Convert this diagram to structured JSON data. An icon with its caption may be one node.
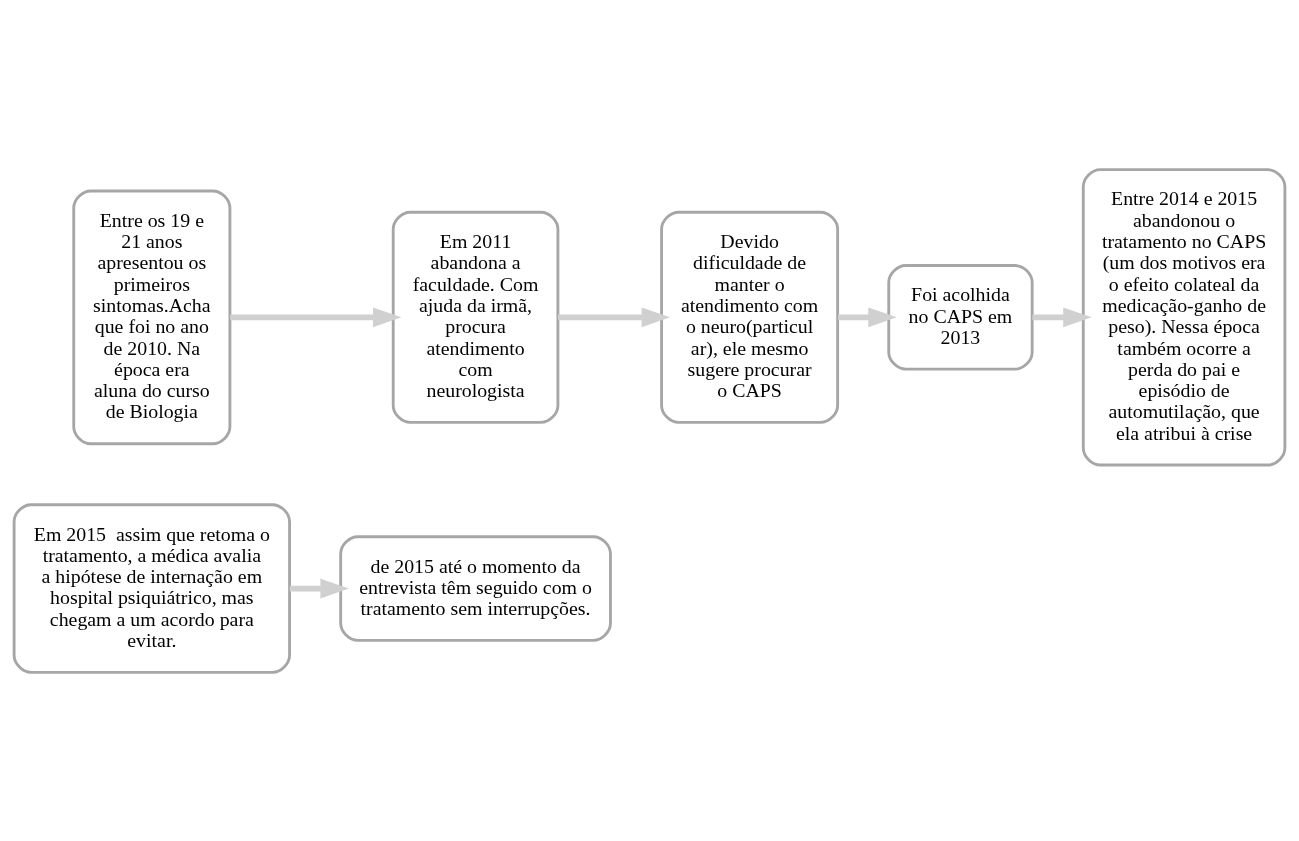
{
  "diagram": {
    "nodes": [
      {
        "text": [
          "Entre os 19 e 21 anos apresentou os primeiros sintomas.Acha que foi no ano de 2010. Na época era aluna do curso de Biologia"
        ]
      },
      {
        "text": [
          "Em 2011 abandona a faculdade. Com ajuda da irmã, procura atendimento com neurologista"
        ]
      },
      {
        "text": [
          "Devido dificuldade de manter o atendimento com o neuro(particular), ele mesmo sugere procurar o CAPS"
        ]
      },
      {
        "text": [
          "Foi acolhida no CAPS em 2013"
        ]
      },
      {
        "text": [
          "Entre 2014 e 2015 abandonou o tratamento no CAPS (um dos motivos era o efeito colateal da medicação-ganho de peso). Nessa época também ocorre a perda do pai e episódio de automutilação, que ela atribui à crise"
        ]
      },
      {
        "text": [
          "Em 2015  assim que retoma o tratamento, a médica avalia a hipótese de internação em hospital psiquiátrico, mas chegam a um acordo para evitar."
        ]
      },
      {
        "text": [
          "de 2015 até o momento da entrevista têm seguido com o tratamento sem interrupções."
        ]
      }
    ],
    "edges": [
      {
        "from": 0,
        "to": 1,
        "arrow": "to"
      },
      {
        "from": 1,
        "to": 2,
        "arrow": "to"
      },
      {
        "from": 2,
        "to": 3,
        "arrow": "to"
      },
      {
        "from": 3,
        "to": 4,
        "arrow": "to"
      },
      {
        "from": 5,
        "to": 6,
        "arrow": "to"
      }
    ]
  }
}
